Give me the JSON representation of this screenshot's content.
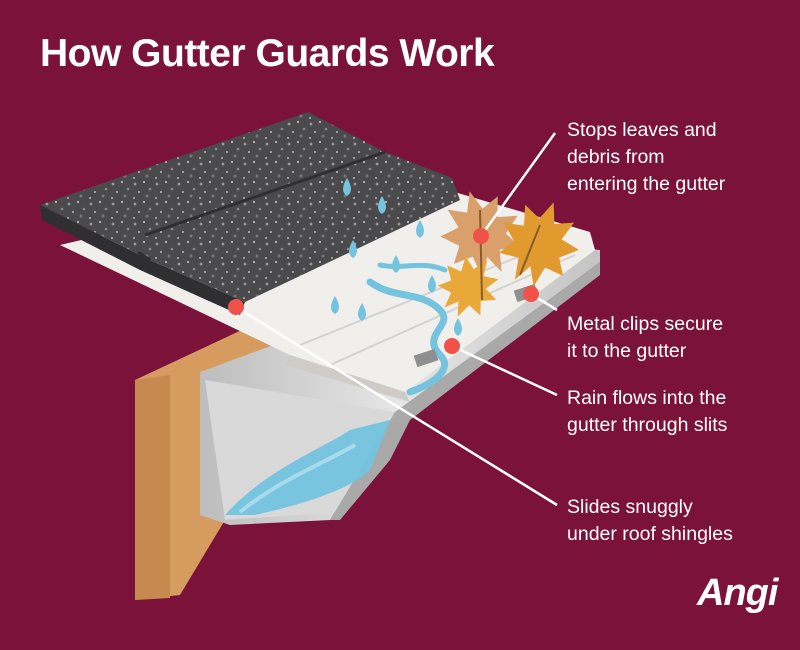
{
  "title": "How Gutter Guards Work",
  "callouts": [
    {
      "id": "leaves",
      "text": "Stops leaves and\ndebris from\nentering the gutter"
    },
    {
      "id": "clips",
      "text": "Metal clips secure\nit to the gutter"
    },
    {
      "id": "rain",
      "text": "Rain flows into the\ngutter through slits"
    },
    {
      "id": "shingles",
      "text": "Slides snuggly\nunder roof shingles"
    }
  ],
  "logo": "Angi",
  "colors": {
    "background": "#7a1239",
    "marker": "#f0524a",
    "shingle": "#4a4a4c",
    "guard": "#f1efec",
    "gutter": "#c9c9c9",
    "wood": "#d69b5f",
    "water": "#74c4df",
    "leaf": "#e09a2e"
  }
}
